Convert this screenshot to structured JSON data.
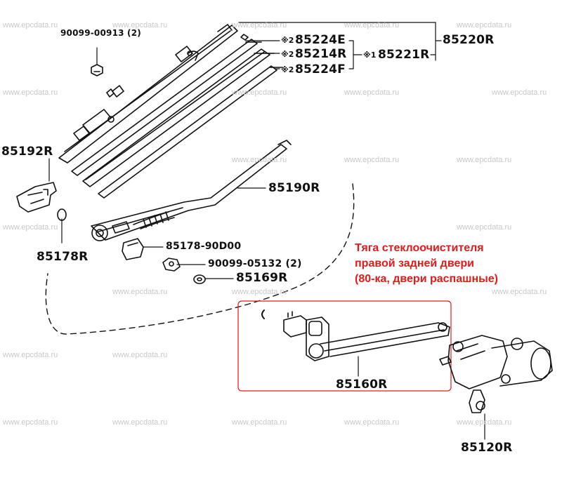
{
  "watermark": "www.epcdata.ru",
  "parts": {
    "p90099_00913": "90099-00913 (2)",
    "p85224E": "85224E",
    "p85214R": "85214R",
    "p85224F": "85224F",
    "p85221R": "85221R",
    "p85220R": "85220R",
    "p85192R": "85192R",
    "p85190R": "85190R",
    "p85178_90D00": "85178-90D00",
    "p90099_05132": "90099-05132 (2)",
    "p85169R": "85169R",
    "p85178R": "85178R",
    "p85160R": "85160R",
    "p85120R": "85120R"
  },
  "qty_marks": {
    "q2a": "※2",
    "q2b": "※2",
    "q2c": "※2",
    "q1": "※1"
  },
  "note": {
    "line1": "Тяга стеклоочистителя",
    "line2": "правой задней двери",
    "line3": "(80-ка, двери распашные)"
  },
  "colors": {
    "note_text": "#e31a1a",
    "highlight_box": "#e31a1a",
    "line": "#111111"
  }
}
